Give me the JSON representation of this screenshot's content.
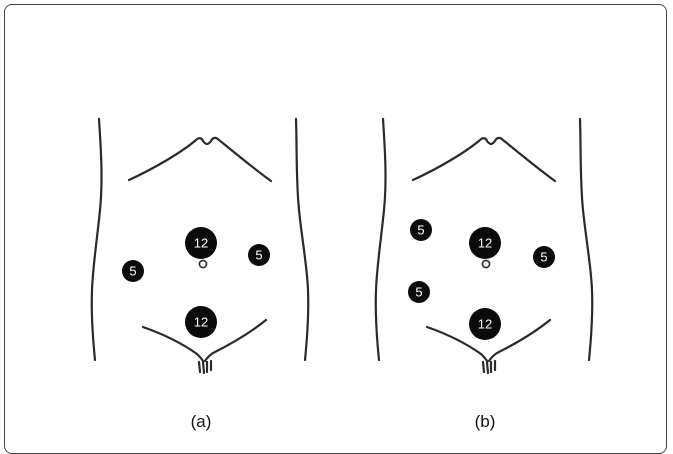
{
  "panels": [
    {
      "caption": "(a)",
      "ports": [
        "12",
        "5",
        "5",
        "12"
      ]
    },
    {
      "caption": "(b)",
      "ports": [
        "5",
        "12",
        "5",
        "5",
        "12"
      ]
    }
  ],
  "colors": {
    "port_fill": "#0b0b0b",
    "port_text": "#ffffff",
    "outline": "#2a2a2a"
  }
}
